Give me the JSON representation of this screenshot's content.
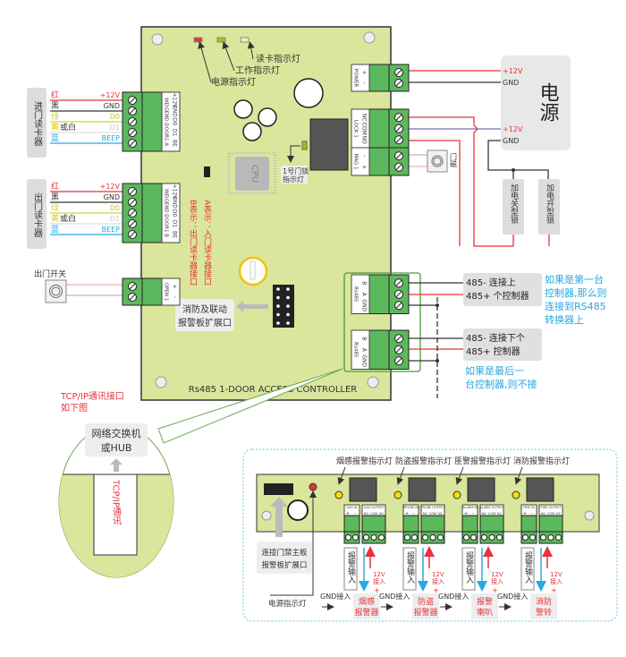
{
  "board": {
    "title": "Rs485 1-DOOR ACCESS CONTROLLER",
    "leds": {
      "read_card": "读卡指示灯",
      "work": "工作指示灯",
      "power": "电源指示灯"
    },
    "cpu": "CPU",
    "lock_led": [
      "1号门锁",
      "指示灯"
    ],
    "a_note": "A表示：入门读卡器接口",
    "b_note": "B表示：出门读卡器接口",
    "expansion_label": [
      "消防及联动",
      "报警板扩展口"
    ],
    "connectors": {
      "reader_a": [
        "+12V",
        "GND",
        "D0",
        "D1",
        "BE"
      ],
      "reader_a_title": "WEIGEND DOOR1 A",
      "reader_b": [
        "+12V",
        "GND",
        "D0",
        "D1",
        "BE"
      ],
      "reader_b_title": "WEIGEND DOOR1 B",
      "open": [
        "+",
        "-"
      ],
      "open_title": "OPEN 1",
      "power": [
        "+",
        "-"
      ],
      "power_title": "POWER",
      "lock": [
        "NC",
        "COM",
        "NO"
      ],
      "lock_title": "LOCK 1",
      "mag": [
        "-",
        "+"
      ],
      "mag_title": "MAG 1",
      "rs485": [
        "B",
        "A",
        "GND"
      ],
      "rs485_title": "Rs485"
    }
  },
  "entry_reader": {
    "title": "进门读卡器",
    "wires": [
      {
        "color_name": "红",
        "extra": "",
        "signal": "+12V",
        "color": "#e8323c"
      },
      {
        "color_name": "黑",
        "extra": "",
        "signal": "GND",
        "color": "#333333"
      },
      {
        "color_name": "绿",
        "extra": "",
        "signal": "D0",
        "color": "#c8d84a"
      },
      {
        "color_name": "黄",
        "extra": "或白",
        "signal": "D1",
        "color": "#dddddd"
      },
      {
        "color_name": "蓝",
        "extra": "",
        "signal": "BEEP",
        "color": "#28a8e0"
      }
    ]
  },
  "exit_reader": {
    "title": "出门读卡器",
    "wires": [
      {
        "color_name": "红",
        "extra": "",
        "signal": "+12V",
        "color": "#e8323c"
      },
      {
        "color_name": "黑",
        "extra": "",
        "signal": "GND",
        "color": "#333333"
      },
      {
        "color_name": "绿",
        "extra": "",
        "signal": "D0",
        "color": "#c8d84a"
      },
      {
        "color_name": "黄",
        "extra": "或白",
        "signal": "D1",
        "color": "#dddddd"
      },
      {
        "color_name": "蓝",
        "extra": "",
        "signal": "BEEP",
        "color": "#28a8e0"
      }
    ]
  },
  "exit_switch": "出门开关",
  "power_supply": {
    "title": "电源",
    "plus1": "+12V",
    "gnd1": "GND",
    "plus2": "+12V",
    "gnd2": "GND"
  },
  "locks": {
    "power_off_lock": "加电关型锁",
    "power_on_lock": "加电开型锁"
  },
  "door_sensor": "门磁",
  "rs485": {
    "up": [
      "485-  连接上",
      "485+ 个控制器"
    ],
    "down": [
      "485-  连接下个",
      "485+ 控制器"
    ],
    "first_note": [
      "如果是第一台",
      "控制器,那么则",
      "连接到RS485",
      "转换器上"
    ],
    "last_note": [
      "如果是最后一",
      "台控制器,则不接"
    ]
  },
  "tcp": {
    "label": [
      "TCP/IP通讯接口",
      "如下图"
    ],
    "switch": [
      "网络交换机",
      "或HUB"
    ],
    "port": "TCP/IP通讯"
  },
  "alarm_board": {
    "indicators": [
      "烟感报警指示灯",
      "防盗报警指示灯",
      "匪警报警指示灯",
      "消防报警指示灯"
    ],
    "inputs": [
      "GAS IN",
      "PROBE IN",
      "ALARM IN",
      "FIRE IN"
    ],
    "outputs": [
      "GAS OUTPUT",
      "PROBE OUTPUT",
      "ALARM OUTPUT",
      "FIRE OUTPUT"
    ],
    "in_pins": [
      "+",
      "-"
    ],
    "out_pins": [
      "NO",
      "COM",
      "NC"
    ],
    "alarm_input": "报警输入",
    "v12": [
      "12V",
      "接入"
    ],
    "plus": "+",
    "gnd_in": "GND接入",
    "devices": [
      [
        "烟感",
        "报警器"
      ],
      [
        "防盗",
        "报警器"
      ],
      [
        "报警",
        "喇叭"
      ],
      [
        "消防",
        "警铃"
      ]
    ],
    "expansion_label": [
      "连接门禁主板",
      "报警板扩展口"
    ],
    "power_led": "电源指示灯"
  },
  "colors": {
    "board": "#d9e69c",
    "terminal": "#5cb85c",
    "red": "#e8323c",
    "blue": "#28a8e0",
    "label_bg": "#e6e6e6"
  }
}
